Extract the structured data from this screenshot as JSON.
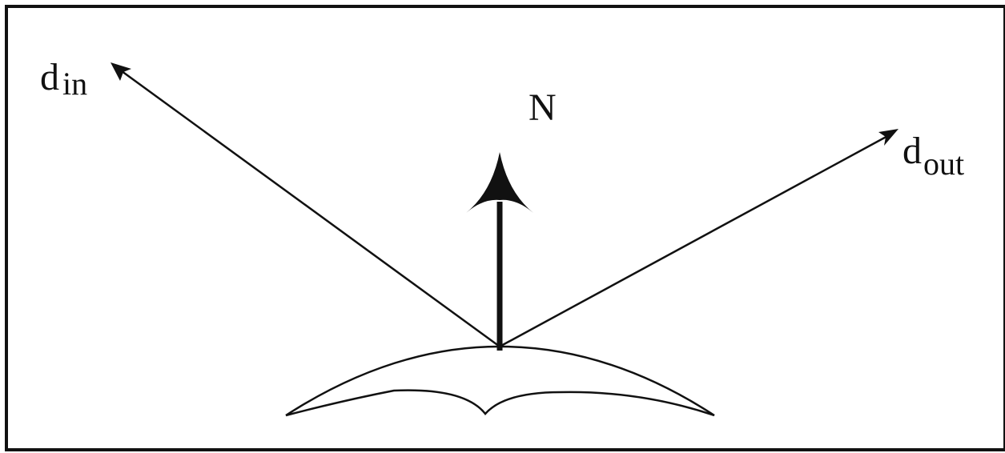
{
  "labels": {
    "incoming": {
      "main": "d",
      "sub": "in"
    },
    "normal": "N",
    "outgoing": {
      "main": "d",
      "sub": "out"
    }
  },
  "colors": {
    "stroke": "#111111",
    "background": "#ffffff"
  }
}
